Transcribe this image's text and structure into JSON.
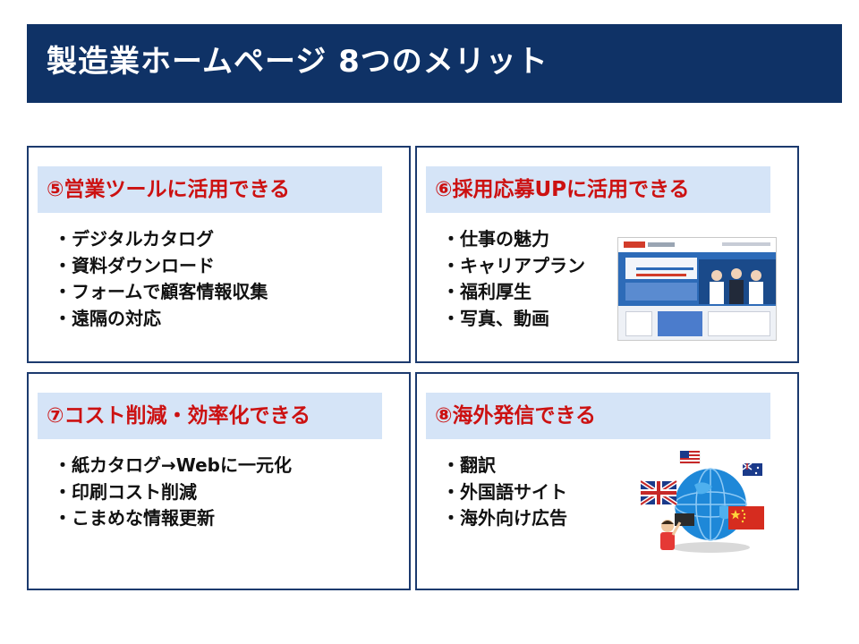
{
  "title": "製造業ホームページ 8つのメリット",
  "cards": [
    {
      "title": "⑤営業ツールに活用できる",
      "bullets": [
        "・デジタルカタログ",
        "・資料ダウンロード",
        "・フォームで顧客情報収集",
        "・遠隔の対応"
      ]
    },
    {
      "title": "⑥採用応募UPに活用できる",
      "bullets": [
        "・仕事の魅力",
        "・キャリアプラン",
        "・福利厚生",
        "・写真、動画"
      ]
    },
    {
      "title": "⑦コスト削減・効率化できる",
      "bullets": [
        "・紙カタログ→Webに一元化",
        "・印刷コスト削減",
        "・こまめな情報更新"
      ]
    },
    {
      "title": "⑧海外発信できる",
      "bullets": [
        "・翻訳",
        "・外国語サイト",
        "・海外向け広告"
      ]
    }
  ],
  "colors": {
    "title_bar": "#0f3266",
    "card_border": "#1c3a6e",
    "card_head_bg": "#d5e4f7",
    "card_title": "#cc1111"
  },
  "images": {
    "recruit": "recruitment-website-screenshot",
    "overseas": "globe-with-national-flags-illustration"
  }
}
